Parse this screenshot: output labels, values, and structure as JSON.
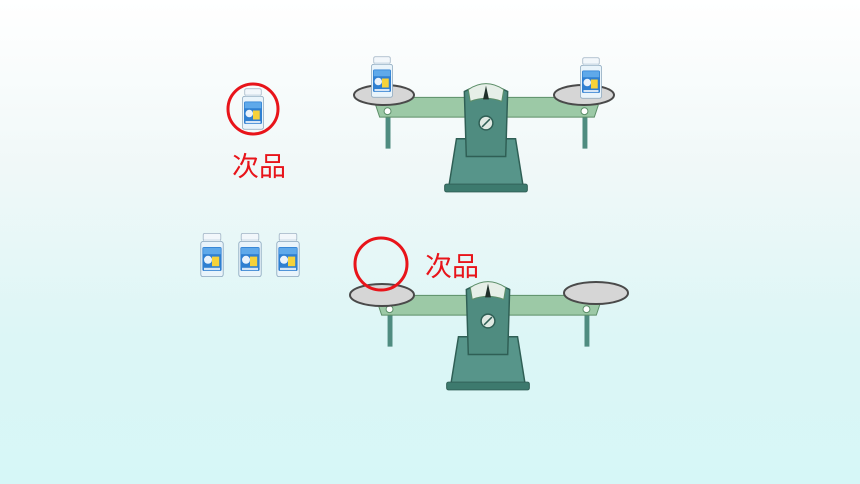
{
  "labels": {
    "defective_top": "次品",
    "defective_bottom": "次品"
  },
  "colors": {
    "marker_red": "#e8141a",
    "scale_green": "#9cc9a6",
    "scale_dark": "#4f8c80",
    "bottle_blue": "#2f7fd1"
  },
  "icons": {
    "bottle": "medicine-bottle-icon",
    "scale": "balance-scale-icon",
    "marker": "red-circle-marker"
  }
}
